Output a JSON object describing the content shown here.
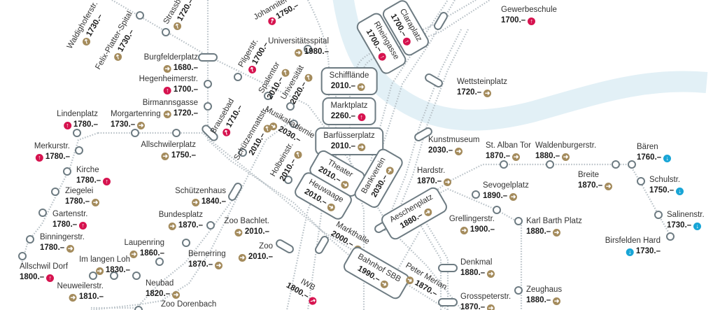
{
  "colors": {
    "gold": "#a48b5c",
    "red": "#d6134f",
    "blue": "#18a5d6",
    "line": "#b6bfc5",
    "marker": "#6d7b82",
    "river": "#e2f0f6"
  },
  "icons": {
    "right": "arrow-right-icon",
    "up": "arrow-up-icon",
    "down": "arrow-down-icon",
    "diag": "arrow-up-right-icon"
  },
  "stations": [
    {
      "name": "Burgfelderplatz",
      "price": "1680.–",
      "icon": "right",
      "color": "gold"
    },
    {
      "name": "Hegenheimerstr.",
      "price": "1700.–",
      "icon": "up",
      "color": "red"
    },
    {
      "name": "Birmannsgasse",
      "price": "1720.–",
      "icon": "right",
      "color": "gold"
    },
    {
      "name": "Lindenplatz",
      "price": "1780.–",
      "icon": "up",
      "color": "red"
    },
    {
      "name": "Morgartenring",
      "price": "1730.–",
      "icon": "right",
      "color": "gold"
    },
    {
      "name": "Allschwilerplatz",
      "price": "1750.–",
      "icon": "right",
      "color": "gold"
    },
    {
      "name": "Merkurstr.",
      "price": "1780.–",
      "icon": "up",
      "color": "red"
    },
    {
      "name": "Kirche",
      "price": "1780.–",
      "icon": "up",
      "color": "red"
    },
    {
      "name": "Ziegelei",
      "price": "1780.–",
      "icon": "right",
      "color": "gold"
    },
    {
      "name": "Gartenstr.",
      "price": "1780.–",
      "icon": "up",
      "color": "red"
    },
    {
      "name": "Binningerstr.",
      "price": "1780.–",
      "icon": "right",
      "color": "gold"
    },
    {
      "name": "Allschwil Dorf",
      "price": "1800.–",
      "icon": "up",
      "color": "red"
    },
    {
      "name": "Neuweilerstr.",
      "price": "1810.–",
      "icon": "right",
      "color": "gold"
    },
    {
      "name": "Im langen Loh",
      "price": "1830.–",
      "icon": "right",
      "color": "gold"
    },
    {
      "name": "Laupenring",
      "price": "1860.–",
      "icon": "right",
      "color": "gold"
    },
    {
      "name": "Neubad",
      "price": "1820.–",
      "icon": "right",
      "color": "gold"
    },
    {
      "name": "Bernerring",
      "price": "1870.–",
      "icon": "right",
      "color": "gold"
    },
    {
      "name": "Bundesplatz",
      "price": "1870.–",
      "icon": "right",
      "color": "gold"
    },
    {
      "name": "Schützenhaus",
      "price": "1840.–",
      "icon": "right",
      "color": "gold"
    },
    {
      "name": "Zoo Bachlet.",
      "price": "2010.–",
      "icon": "right",
      "color": "gold"
    },
    {
      "name": "Zoo",
      "price": "2010.–",
      "icon": "right",
      "color": "gold"
    },
    {
      "name": "Zoo Dorenbach",
      "price": "",
      "icon": "",
      "color": "gold"
    },
    {
      "name": "Universitätsspital",
      "price": "1980.–",
      "icon": "right",
      "color": "gold"
    },
    {
      "name": "Hardstr.",
      "price": "1870.–",
      "icon": "right",
      "color": "gold"
    },
    {
      "name": "Sevogelplatz",
      "price": "1890.–",
      "icon": "right",
      "color": "gold"
    },
    {
      "name": "Grellingerstr.",
      "price": "1900.–",
      "icon": "right",
      "color": "gold"
    },
    {
      "name": "Karl Barth Platz",
      "price": "1880.–",
      "icon": "right",
      "color": "gold"
    },
    {
      "name": "Denkmal",
      "price": "1880.–",
      "icon": "right",
      "color": "gold"
    },
    {
      "name": "Grosspeterstr.",
      "price": "1870.–",
      "icon": "right",
      "color": "gold"
    },
    {
      "name": "Zeughaus",
      "price": "1880.–",
      "icon": "right",
      "color": "gold"
    },
    {
      "name": "Kunstmuseum",
      "price": "2030.–",
      "icon": "right",
      "color": "gold"
    },
    {
      "name": "St. Alban Tor",
      "price": "1870.–",
      "icon": "right",
      "color": "gold"
    },
    {
      "name": "Waldenburgerstr.",
      "price": "1880.–",
      "icon": "right",
      "color": "gold"
    },
    {
      "name": "Bären",
      "price": "1760.–",
      "icon": "down",
      "color": "blue"
    },
    {
      "name": "Breite",
      "price": "1870.–",
      "icon": "right",
      "color": "gold"
    },
    {
      "name": "Schulstr.",
      "price": "1750.–",
      "icon": "down",
      "color": "blue"
    },
    {
      "name": "Salinenstr.",
      "price": "1730.–",
      "icon": "down",
      "color": "blue"
    },
    {
      "name": "Birsfelden Hard",
      "price": "1730.–",
      "icon": "down",
      "color": "blue"
    },
    {
      "name": "Wettsteinplatz",
      "price": "1720.–",
      "icon": "right",
      "color": "gold"
    },
    {
      "name": "Gewerbeschule",
      "price": "1700.–",
      "icon": "up",
      "color": "red"
    },
    {
      "name": "Schifflände",
      "price": "2010.–",
      "icon": "right",
      "color": "gold"
    },
    {
      "name": "Marktplatz",
      "price": "2260.–",
      "icon": "up",
      "color": "red"
    },
    {
      "name": "Barfüsserplatz",
      "price": "2010.–",
      "icon": "right",
      "color": "gold"
    },
    {
      "name": "Waldighoferstr.",
      "price": "1730.–",
      "icon": "diag",
      "color": "gold"
    },
    {
      "name": "Felix-Platter-Spital",
      "price": "1730.–",
      "icon": "diag",
      "color": "gold"
    },
    {
      "name": "Strassbu",
      "price": "1720.–",
      "icon": "diag",
      "color": "gold"
    },
    {
      "name": "Johanniter Brü",
      "price": "1750.–",
      "icon": "diag",
      "color": "red"
    },
    {
      "name": "Pilgerstr.",
      "price": "1700.–",
      "icon": "diag",
      "color": "red"
    },
    {
      "name": "Spalentor",
      "price": "2010.–",
      "icon": "diag",
      "color": "gold"
    },
    {
      "name": "Universität",
      "price": "2020.–",
      "icon": "diag",
      "color": "gold"
    },
    {
      "name": "Brausebad",
      "price": "1710.–",
      "icon": "diag",
      "color": "red"
    },
    {
      "name": "Schützenmattstr.",
      "price": "2010.–",
      "icon": "diag",
      "color": "gold"
    },
    {
      "name": "Musikakademie",
      "price": "2030.–",
      "icon": "right",
      "color": "gold"
    },
    {
      "name": "Holbeinstr.",
      "price": "2010.–",
      "icon": "diag",
      "color": "gold"
    },
    {
      "name": "Theater",
      "price": "2010.–",
      "icon": "right",
      "color": "gold"
    },
    {
      "name": "Heuwaage",
      "price": "2010.–",
      "icon": "right",
      "color": "gold"
    },
    {
      "name": "Bankverein",
      "price": "2030.–",
      "icon": "right",
      "color": "gold"
    },
    {
      "name": "Aeschenplatz",
      "price": "1880.–",
      "icon": "right",
      "color": "gold"
    },
    {
      "name": "Markthalle",
      "price": "2000.–",
      "icon": "right",
      "color": "gold"
    },
    {
      "name": "Bahnhof SBB",
      "price": "1990.–",
      "icon": "right",
      "color": "gold"
    },
    {
      "name": "Peter Merian",
      "price": "1870.–",
      "icon": "right",
      "color": "gold"
    },
    {
      "name": "IWB",
      "price": "1800.–",
      "icon": "diag",
      "color": "red"
    },
    {
      "name": "Rheingasse",
      "price": "1700.–",
      "icon": "up",
      "color": "red"
    },
    {
      "name": "Claraplatz",
      "price": "1700.–",
      "icon": "up",
      "color": "red"
    }
  ]
}
